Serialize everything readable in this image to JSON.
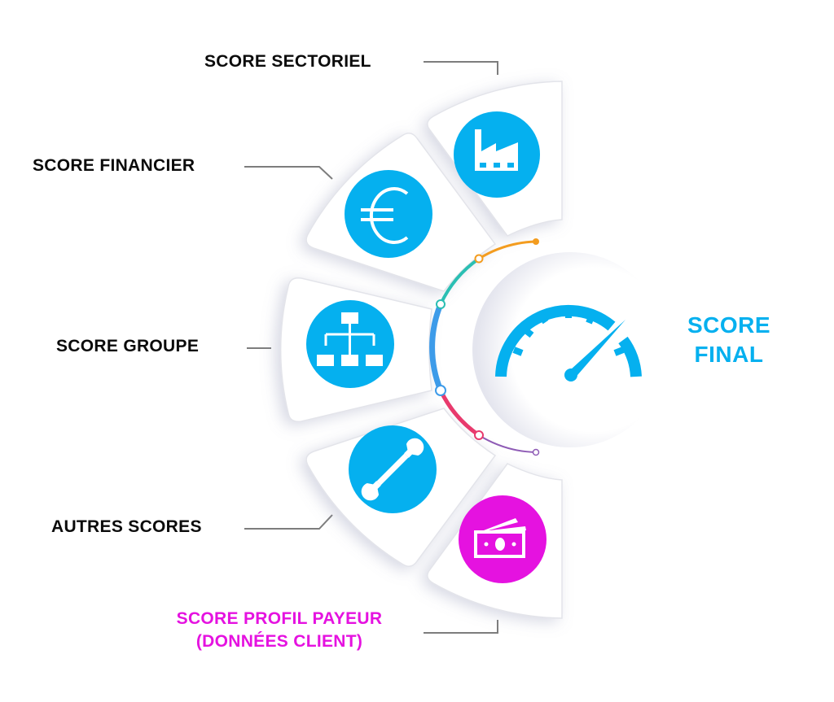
{
  "diagram": {
    "center_label": {
      "line1": "SCORE",
      "line2": "FINAL",
      "color": "#05b0ef"
    },
    "segments": [
      {
        "id": "sectoriel",
        "label": "SCORE SECTORIEL",
        "icon": "factory-icon",
        "color": "#05b0ef"
      },
      {
        "id": "financier",
        "label": "SCORE FINANCIER",
        "icon": "euro-icon",
        "color": "#05b0ef"
      },
      {
        "id": "groupe",
        "label": "SCORE GROUPE",
        "icon": "org-chart-icon",
        "color": "#05b0ef"
      },
      {
        "id": "autres",
        "label": "AUTRES SCORES",
        "icon": "wrench-icon",
        "color": "#05b0ef"
      },
      {
        "id": "payeur",
        "label_line1": "SCORE PROFIL PAYEUR",
        "label_line2": "(DONNÉES CLIENT)",
        "icon": "money-icon",
        "color": "#e512e0"
      }
    ],
    "arc_colors": [
      "#f39c1f",
      "#2bbfb3",
      "#3d9be9",
      "#e83a6d",
      "#8e5bb5"
    ],
    "gauge_icon": "speedometer-icon"
  }
}
